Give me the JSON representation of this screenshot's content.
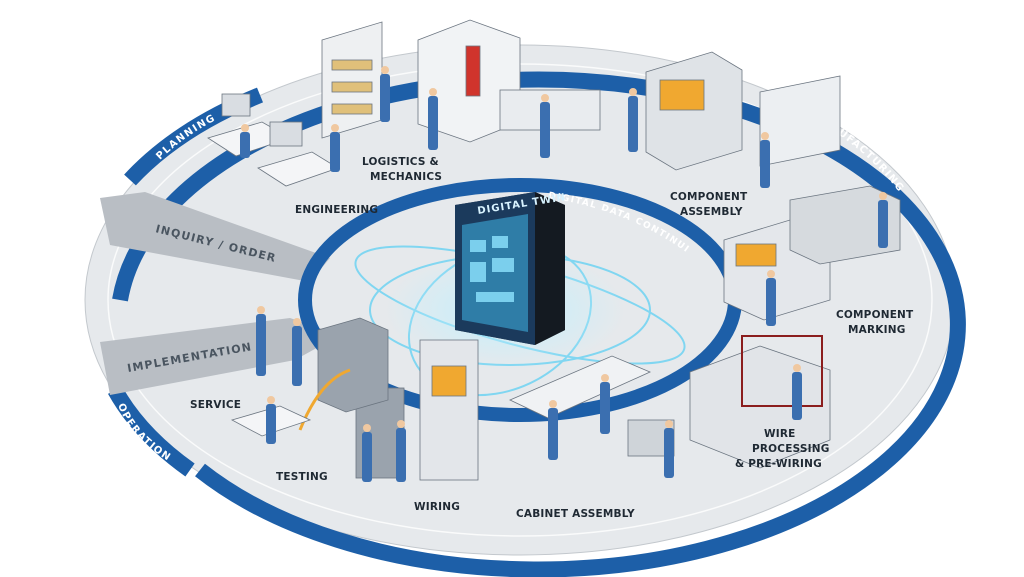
{
  "center": {
    "title": "DIGITAL TWIN"
  },
  "inner_ring": {
    "label": "DIGITAL DATA CONTINUITY"
  },
  "phases": {
    "planning": "PLANNING",
    "manufacturing": "MANUFACTURING",
    "operation": "OPERATION"
  },
  "bands": {
    "inquiry": "INQUIRY / ORDER",
    "implementation": "IMPLEMENTATION"
  },
  "stations": {
    "engineering": "ENGINEERING",
    "logistics_1": "LOGISTICS &",
    "logistics_2": "MECHANICS",
    "component_assembly_1": "COMPONENT",
    "component_assembly_2": "ASSEMBLY",
    "component_marking_1": "COMPONENT",
    "component_marking_2": "MARKING",
    "wire_processing_1": "WIRE",
    "wire_processing_2": "PROCESSING",
    "wire_processing_3": "& PRE-WIRING",
    "cabinet_assembly": "CABINET ASSEMBLY",
    "wiring": "WIRING",
    "testing": "TESTING",
    "service": "SERVICE"
  },
  "colors": {
    "ring_blue": "#1d5fa8",
    "platform": "#e9ecef",
    "band_gray": "#b9bec4",
    "glow": "#6fd3f3",
    "worker_blue": "#3b6fb0"
  }
}
